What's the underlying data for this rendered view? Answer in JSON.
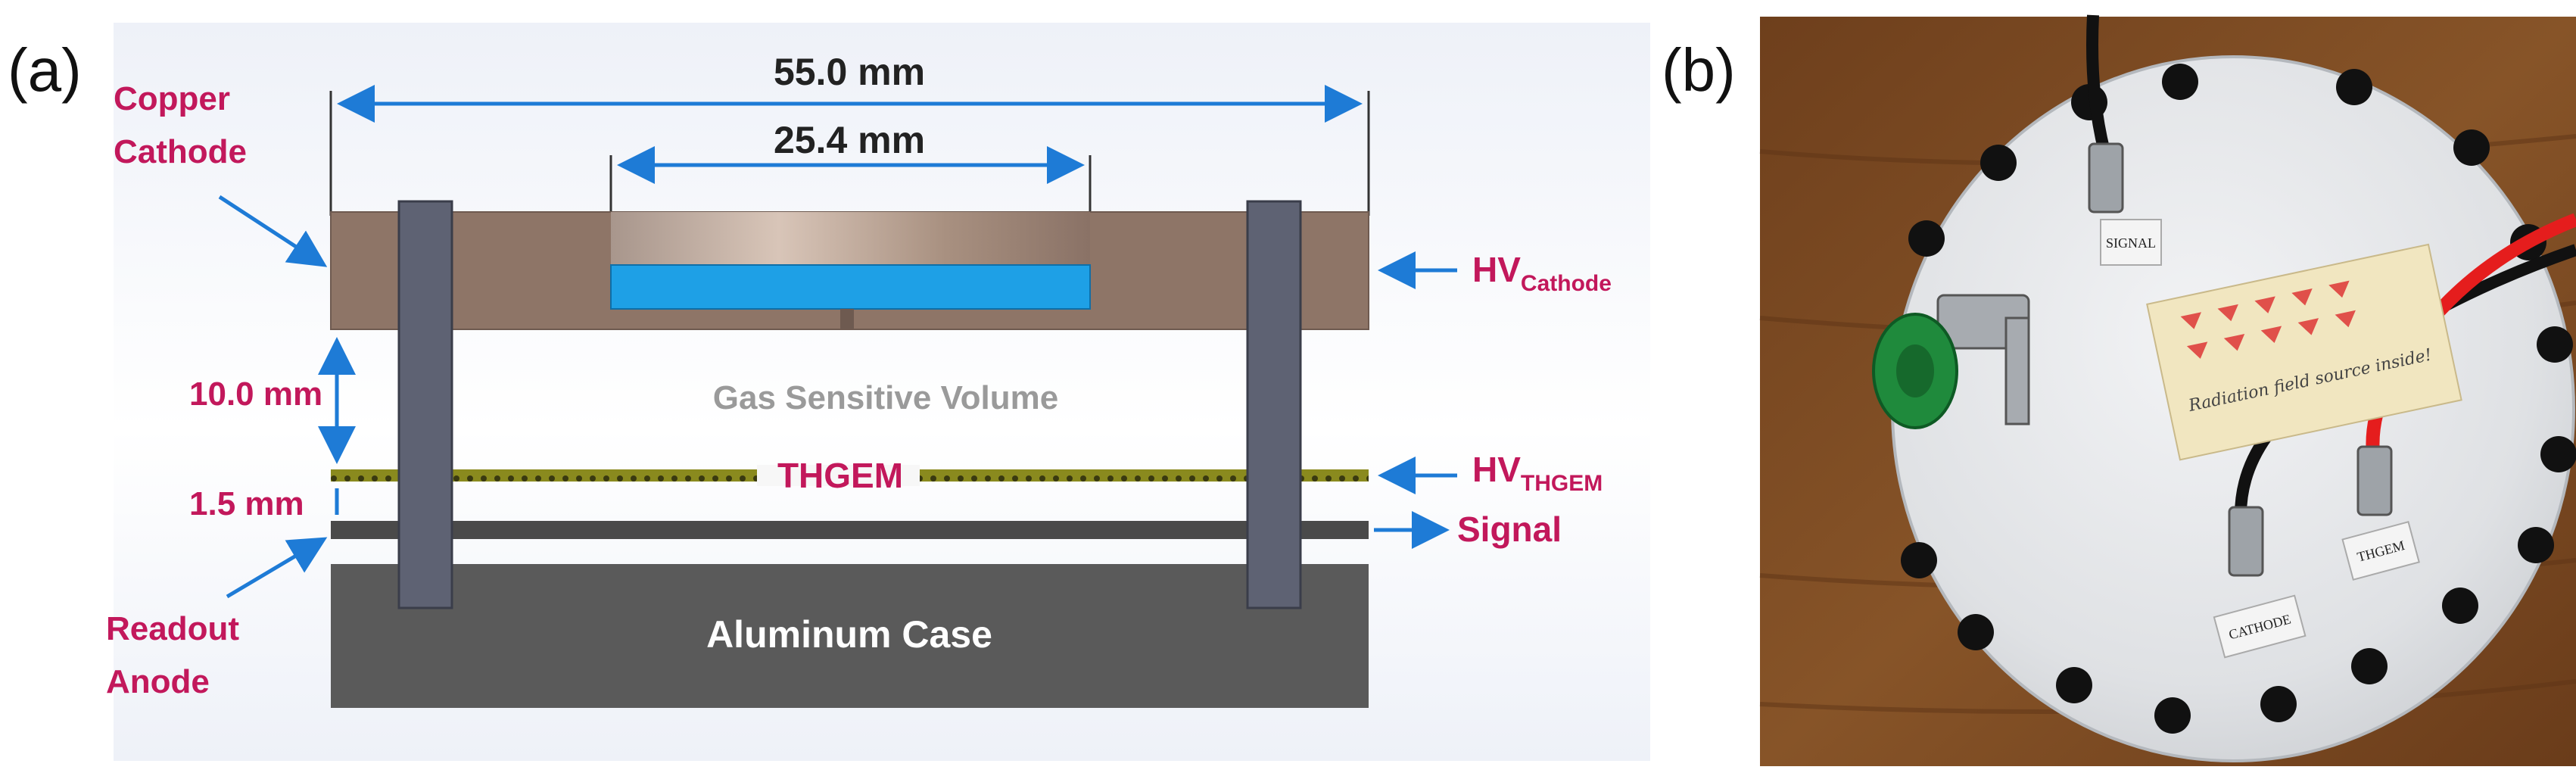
{
  "panel_a": {
    "label": "(a)",
    "dim_total": "55.0 mm",
    "dim_window": "25.4 mm",
    "dim_gap": "10.0 mm",
    "dim_thgem_gap": "1.5 mm",
    "copper_cathode_line1": "Copper",
    "copper_cathode_line2": "Cathode",
    "readout_anode_line1": "Readout",
    "readout_anode_line2": "Anode",
    "gas_volume": "Gas Sensitive Volume",
    "thgem": "THGEM",
    "aluminum_case": "Aluminum Case",
    "hv_cathode_main": "HV",
    "hv_cathode_sub": "Cathode",
    "hv_thgem_main": "HV",
    "hv_thgem_sub": "THGEM",
    "signal": "Signal"
  },
  "panel_b": {
    "label": "(b)",
    "tag_signal": "SIGNAL",
    "tag_cathode": "CATHODE",
    "tag_thgem": "THGEM",
    "handwritten_note": "Radiation field source inside!"
  },
  "colors": {
    "label_magenta": "#c2185b",
    "arrow_blue": "#1e7bd6",
    "copper": "#8e7567",
    "window_blue": "#1ea0e6",
    "case_gray": "#5a5a5a",
    "post_gray": "#5e6273",
    "wood": "#7a4a22",
    "plate": "#e4e6e9"
  }
}
